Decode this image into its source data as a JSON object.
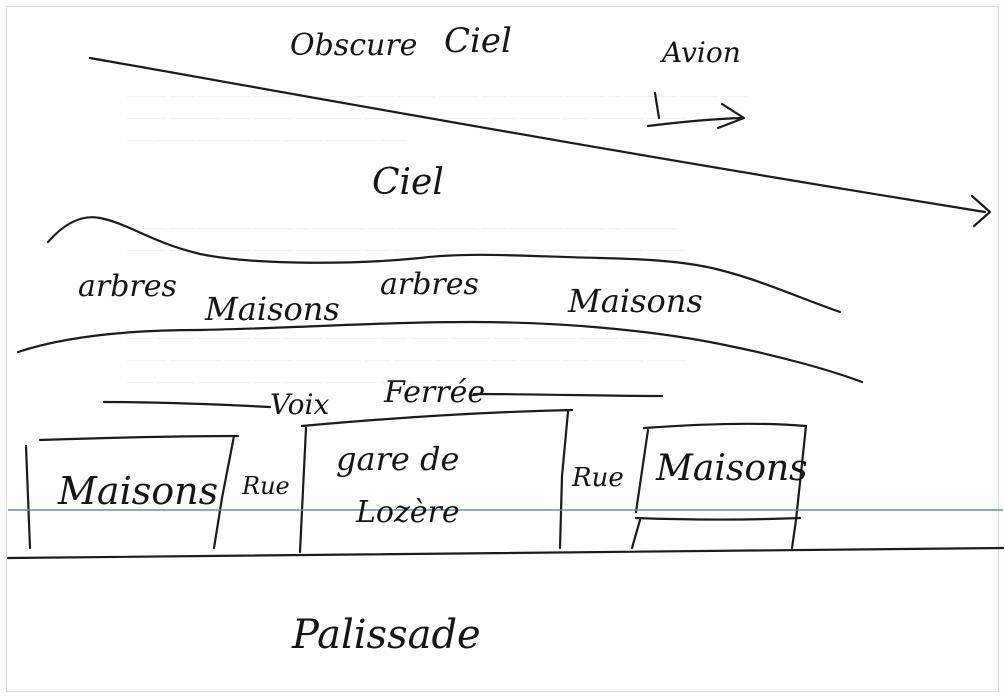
{
  "sketch": {
    "labels": {
      "obscure": "Obscure",
      "ciel_top": "Ciel",
      "avion": "Avion",
      "ciel_mid": "Ciel",
      "arbres_left": "arbres",
      "arbres_center": "arbres",
      "maisons_upper_left": "Maisons",
      "maisons_upper_right": "Maisons",
      "voie_ferree_1": "Voix",
      "voie_ferree_2": "Ferrée",
      "maisons_box_left": "Maisons",
      "rue_left": "Rue",
      "gare_line1": "gare de",
      "gare_line2": "Lozère",
      "rue_right": "Rue",
      "maisons_box_right": "Maisons",
      "palissade": "Palissade"
    },
    "colors": {
      "ink": "#1b1b1b",
      "blue_rule": "#4f9aa6",
      "paper": "#fefefe"
    }
  }
}
